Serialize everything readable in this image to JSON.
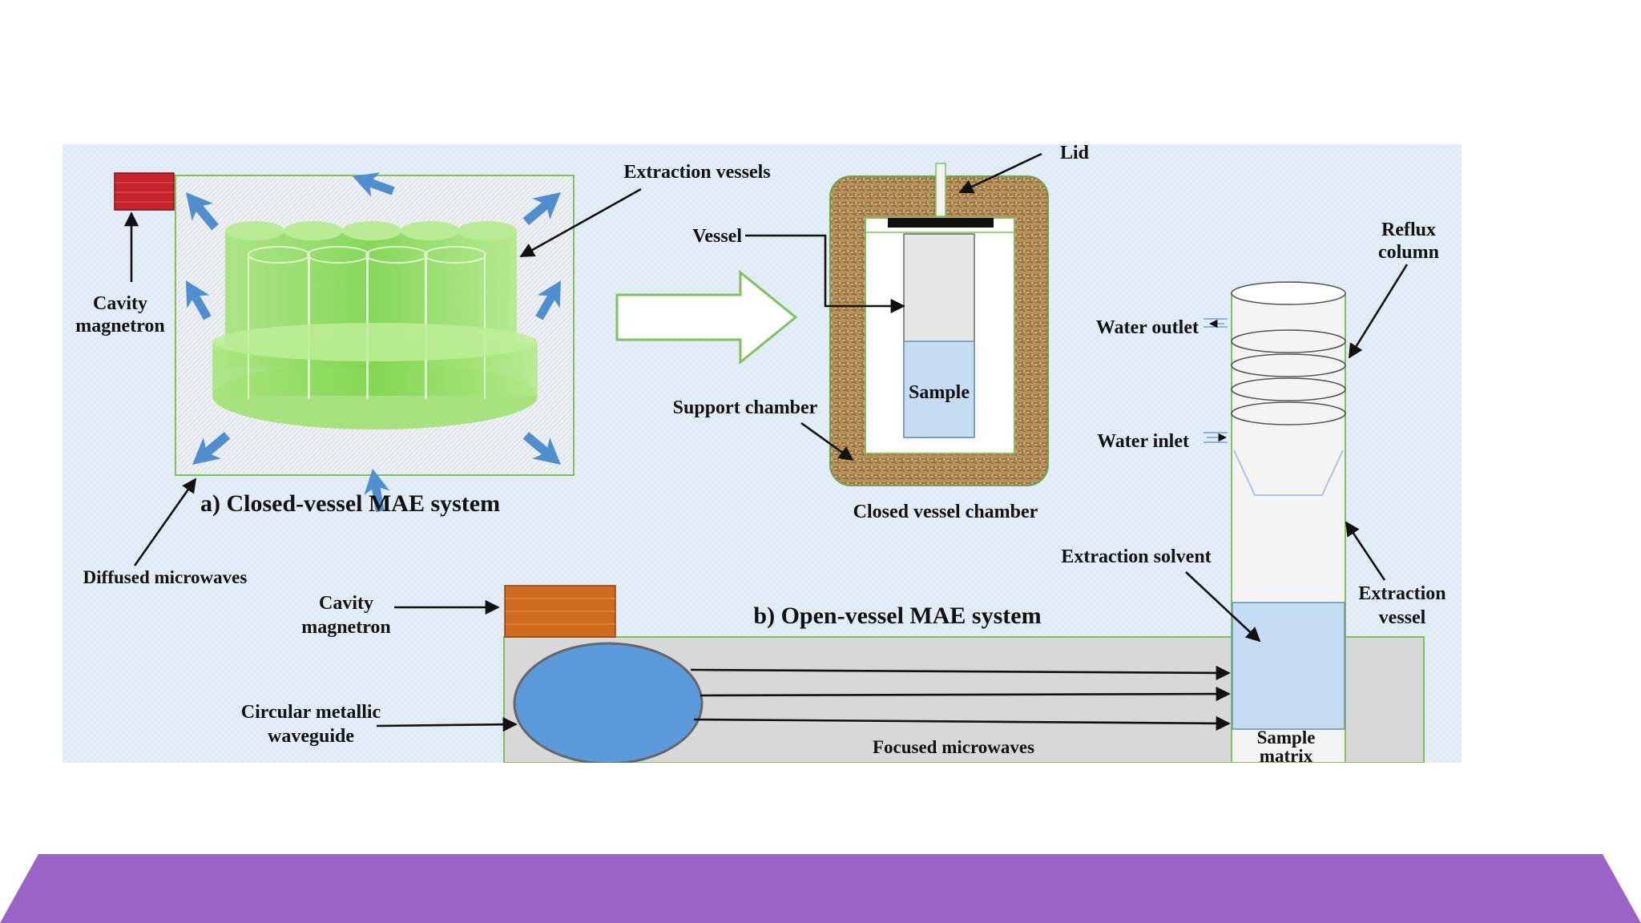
{
  "colors": {
    "page_background": "#ffffff",
    "figure_background": "#e9f2fa",
    "footer_band": "#9b63c7",
    "cavity_magnetron_red": "#c8242b",
    "cavity_magnetron_orange": "#cf6a1e",
    "vessel_green": "#7fd64f",
    "microwave_arrow_blue": "#4f8fd0",
    "waveguide_blue": "#5b9bdc",
    "chamber_tan": "#b8925c",
    "sample_blue": "#c5dcf2",
    "waveguide_body_gray": "#d8d8d8"
  },
  "diagram": {
    "closed_system": {
      "title": "a) Closed-vessel MAE system",
      "cavity_magnetron": "Cavity magnetron",
      "extraction_vessels": "Extraction vessels",
      "diffused_microwaves": "Diffused microwaves"
    },
    "closed_vessel_chamber": {
      "caption": "Closed vessel chamber",
      "lid": "Lid",
      "vessel": "Vessel",
      "sample": "Sample",
      "support_chamber": "Support chamber"
    },
    "reflux": {
      "reflux_column": "Reflux column",
      "water_outlet": "Water outlet",
      "water_inlet": "Water inlet",
      "extraction_solvent": "Extraction solvent",
      "extraction_vessel": "Extraction vessel",
      "sample_matrix": "Sample matrix"
    },
    "open_system": {
      "title": "b) Open-vessel MAE system",
      "cavity_magnetron": "Cavity magnetron",
      "circular_waveguide": "Circular metallic waveguide",
      "focused_microwaves": "Focused microwaves"
    }
  }
}
